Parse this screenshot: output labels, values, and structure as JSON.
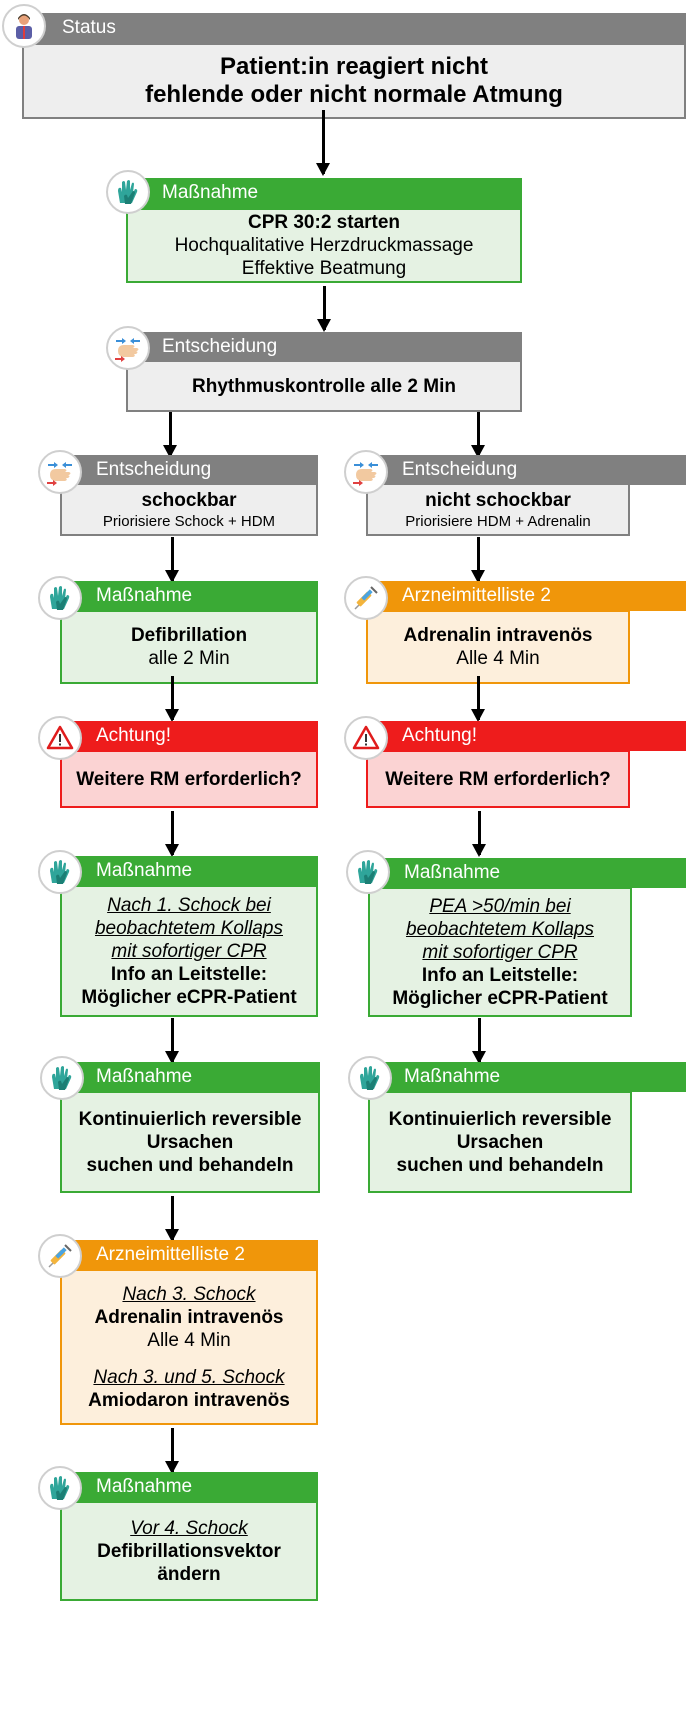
{
  "status": {
    "header": "Status",
    "line1": "Patient:in reagiert nicht",
    "line2": "fehlende oder nicht normale Atmung"
  },
  "cpr": {
    "header": "Maßnahme",
    "line1": "CPR 30:2 starten",
    "line2": "Hochqualitative Herzdruckmassage",
    "line3": "Effektive Beatmung"
  },
  "rhythm": {
    "header": "Entscheidung",
    "line1": "Rhythmuskontrolle alle 2 Min"
  },
  "left": {
    "decision": {
      "header": "Entscheidung",
      "line1": "schockbar",
      "line2": "Priorisiere Schock + HDM"
    },
    "defib": {
      "header": "Maßnahme",
      "line1": "Defibrillation",
      "line2": "alle 2 Min"
    },
    "warning": {
      "header": "Achtung!",
      "line1": "Weitere RM erforderlich?"
    },
    "ecpr": {
      "header": "Maßnahme",
      "line1": "Nach 1. Schock bei",
      "line2": "beobachtetem Kollaps",
      "line3": "mit sofortiger CPR",
      "line4": "Info an Leitstelle:",
      "line5": "Möglicher eCPR-Patient"
    },
    "causes": {
      "header": "Maßnahme",
      "line1": "Kontinuierlich reversible",
      "line2": "Ursachen",
      "line3": "suchen und behandeln"
    },
    "drugs": {
      "header": "Arzneimittelliste 2",
      "line1": "Nach 3. Schock",
      "line2": "Adrenalin intravenös",
      "line3": "Alle 4 Min",
      "line4": "Nach 3. und 5. Schock",
      "line5": "Amiodaron intravenös"
    },
    "vector": {
      "header": "Maßnahme",
      "line1": "Vor 4. Schock",
      "line2": "Defibrillationsvektor",
      "line3": "ändern"
    }
  },
  "right": {
    "decision": {
      "header": "Entscheidung",
      "line1": "nicht schockbar",
      "line2": "Priorisiere HDM + Adrenalin"
    },
    "drugs": {
      "header": "Arzneimittelliste 2",
      "line1": "Adrenalin intravenös",
      "line2": "Alle 4 Min"
    },
    "warning": {
      "header": "Achtung!",
      "line1": "Weitere RM erforderlich?"
    },
    "ecpr": {
      "header": "Maßnahme",
      "line1": "PEA >50/min bei",
      "line2": "beobachtetem Kollaps",
      "line3": "mit sofortiger CPR",
      "line4": "Info an Leitstelle:",
      "line5": "Möglicher eCPR-Patient"
    },
    "causes": {
      "header": "Maßnahme",
      "line1": "Kontinuierlich reversible",
      "line2": "Ursachen",
      "line3": "suchen und behandeln"
    }
  },
  "icons": {
    "status": "patient-icon",
    "measure": "gloves-icon",
    "decision": "hand-icon",
    "drugs": "syringe-icon",
    "warning": "warning-icon"
  },
  "colors": {
    "gray": "#808080",
    "green": "#3aaa35",
    "orange": "#f0960a",
    "red": "#ee1c1c"
  }
}
